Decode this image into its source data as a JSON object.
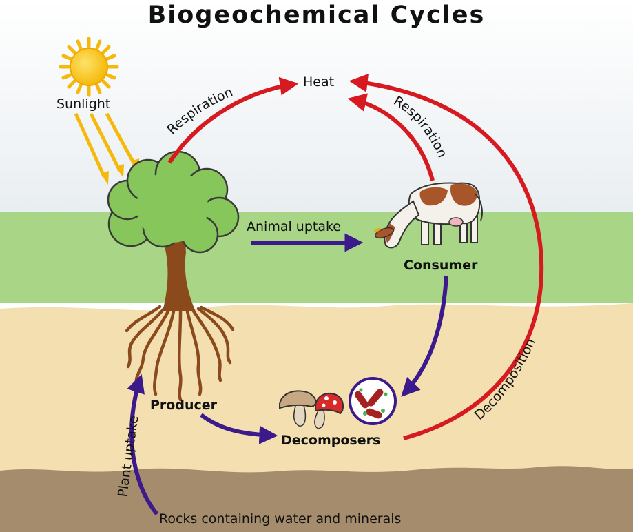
{
  "title": "Biogeochemical Cycles",
  "labels": {
    "sunlight": "Sunlight",
    "heat": "Heat",
    "respiration_plant": "Respiration",
    "respiration_animal": "Respiration",
    "animal_uptake": "Animal uptake",
    "consumer": "Consumer",
    "producer": "Producer",
    "decomposers": "Decomposers",
    "decomposition": "Decomposition",
    "plant_uptake": "Plant uptake",
    "rocks": "Rocks containing water and minerals"
  },
  "colors": {
    "respiration_arrow": "#d71920",
    "flow_arrow": "#3d1a8c",
    "sun": "#f7c519",
    "grass": "#a8d686",
    "soil": "#f3dfb0",
    "rock": "#a48c6c",
    "foliage": "#86c65a",
    "trunk": "#8b4a1c"
  }
}
